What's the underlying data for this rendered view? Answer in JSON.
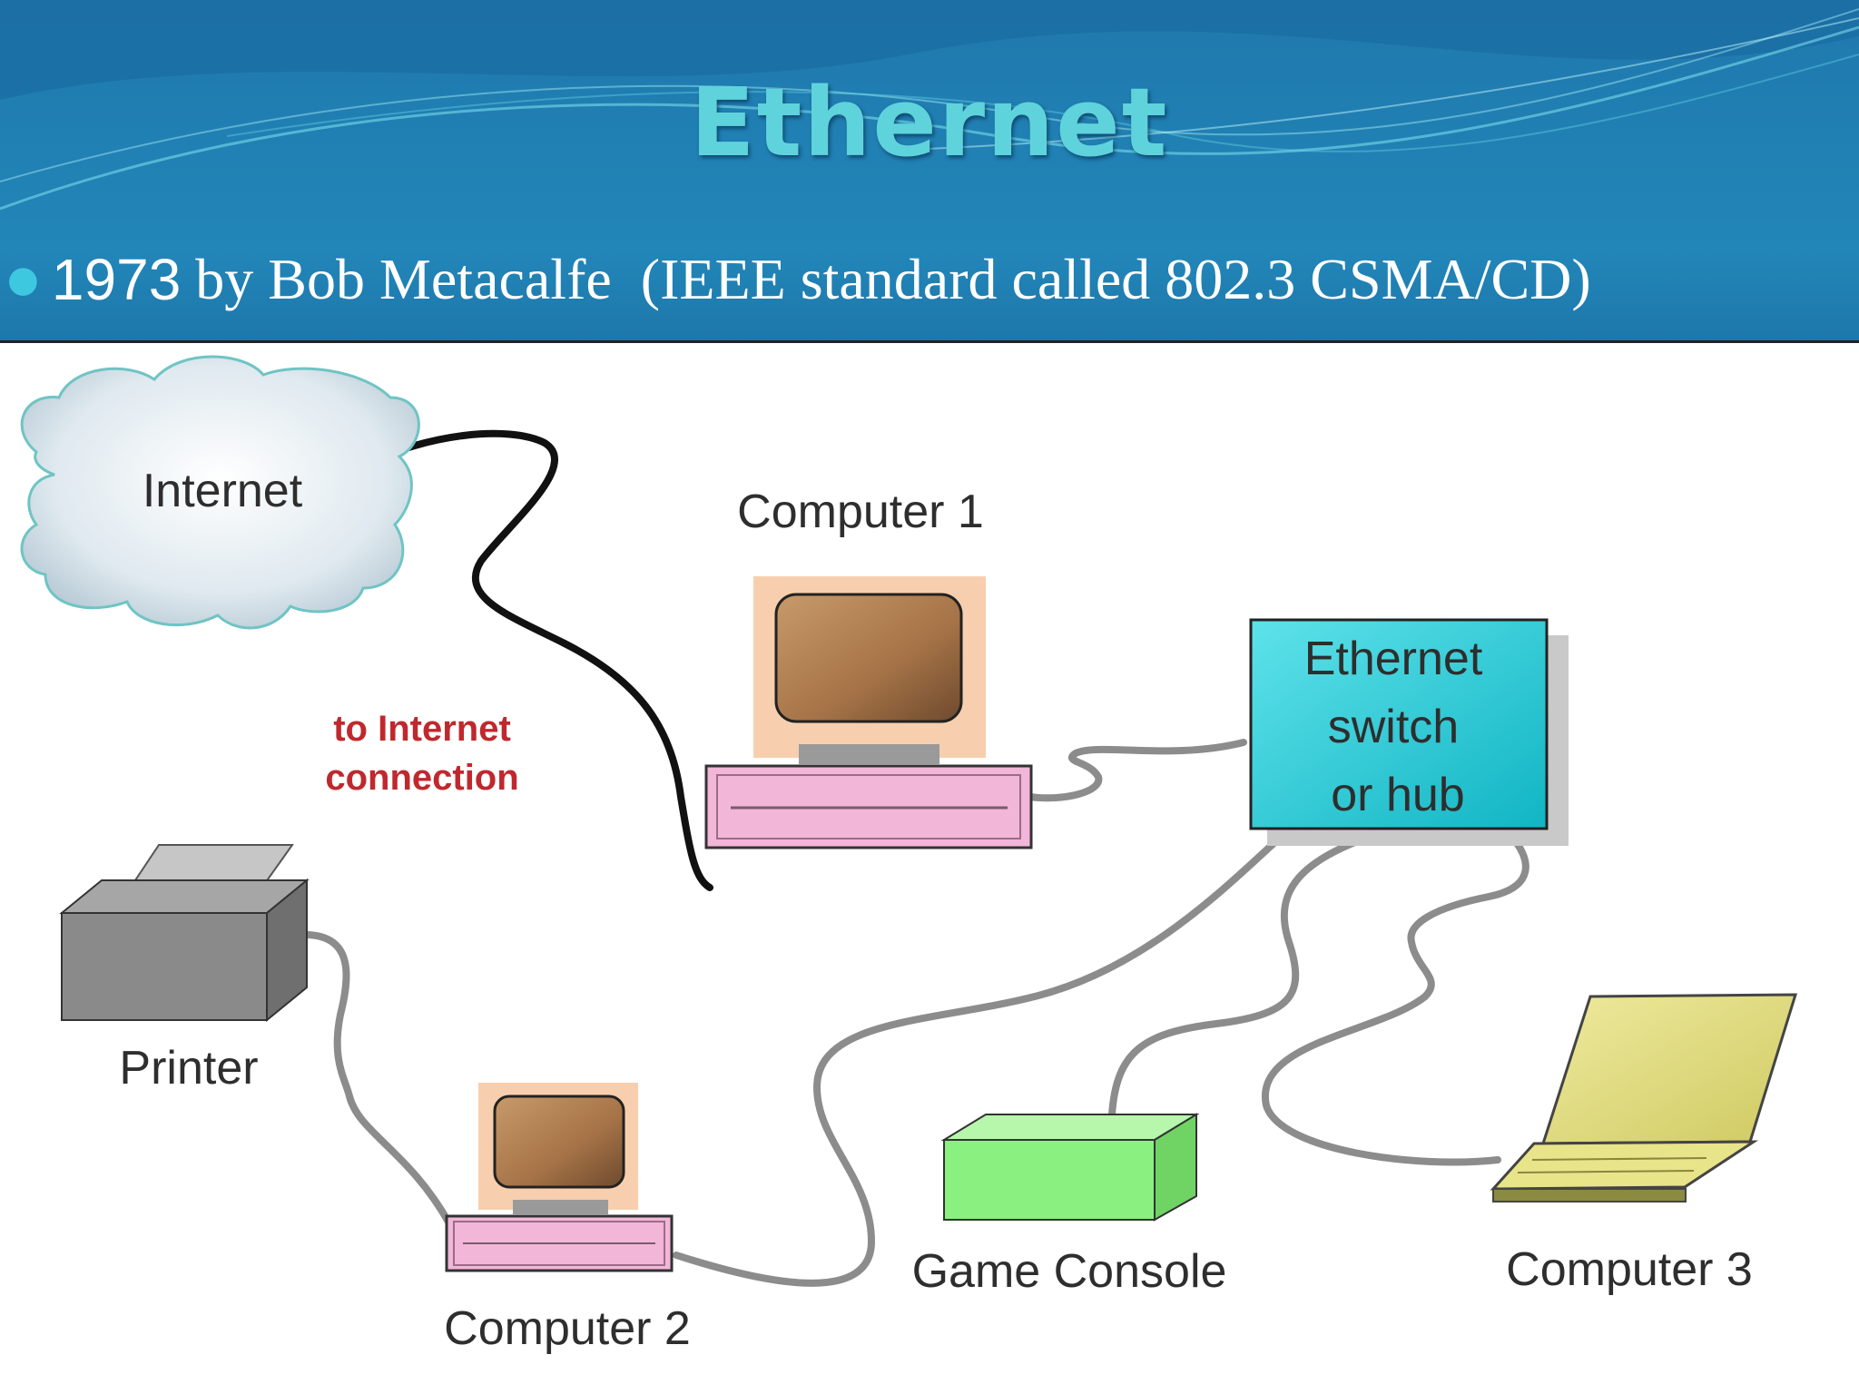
{
  "slide": {
    "title": "Ethernet",
    "bullet": {
      "year": "1973",
      "rest": " by Bob Metacalfe  (IEEE standard called 802.3 CSMA/CD)"
    }
  },
  "diagram": {
    "labels": {
      "internet": "Internet",
      "computer1": "Computer 1",
      "computer2": "Computer 2",
      "computer3": "Computer 3",
      "printer": "Printer",
      "game_console": "Game Console",
      "switch_line1": "Ethernet",
      "switch_line2": "switch",
      "switch_line3": "or hub",
      "internet_link_line1": "to Internet",
      "internet_link_line2": "connection"
    }
  },
  "colors": {
    "title": "#5fd3dc",
    "switch": "#1fc8d4",
    "monitor_frame": "#f7cfae",
    "computer_base": "#f2b6d8",
    "game_console": "#8af080",
    "laptop": "#e8e48a",
    "printer": "#8a8a8a",
    "cable_gray": "#8c8c8c",
    "internet_cable": "#111111",
    "red_label": "#c0282d"
  }
}
